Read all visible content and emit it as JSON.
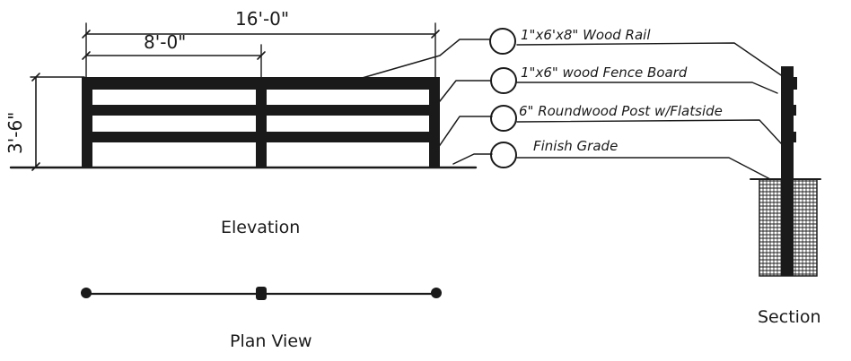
{
  "dimensions": {
    "total_length": "16'-0\"",
    "post_spacing": "8'-0\"",
    "height": "3'-6\""
  },
  "callouts": [
    {
      "id": "rail",
      "label": "1\"x6'x8\" Wood Rail"
    },
    {
      "id": "board",
      "label": "1\"x6\" wood Fence Board"
    },
    {
      "id": "post",
      "label": "6\" Roundwood Post w/Flatside"
    },
    {
      "id": "grade",
      "label": "Finish Grade"
    }
  ],
  "views": {
    "elevation": "Elevation",
    "plan": "Plan View",
    "section": "Section"
  },
  "colors": {
    "ink": "#1a1a1a",
    "paper": "#ffffff"
  }
}
